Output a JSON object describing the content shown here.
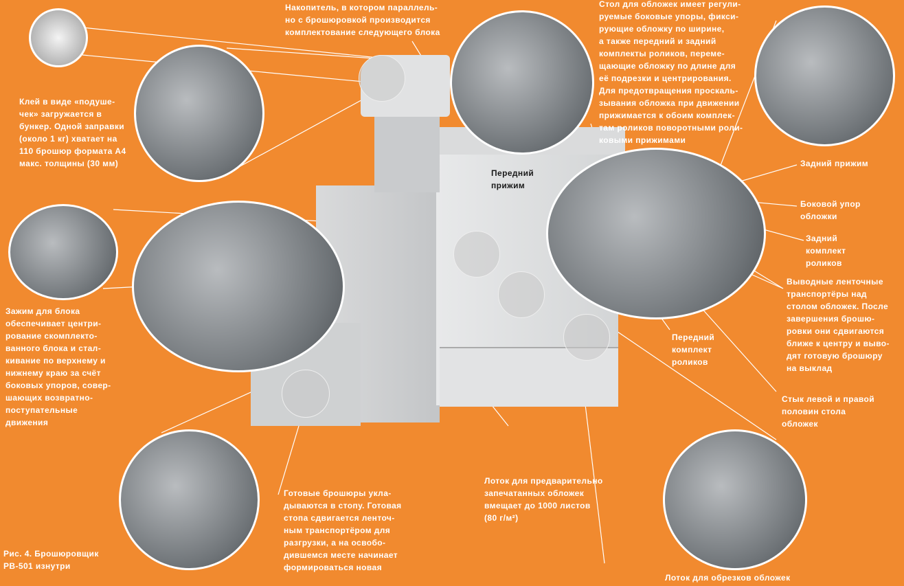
{
  "labels": {
    "accumulator": "Накопитель, в котором параллель-\nно с брошюровкой производится\nкомплектование следующего блока",
    "glue": "Клей в виде «подуше-\nчек» загружается в\nбункер. Одной заправки\n(около 1 кг) хватает на\n110 брошюр формата А4\nмакс. толщины (30 мм)",
    "cover_table": "Стол для обложек имеет регули-\nруемые боковые упоры, фикси-\nрующие обложку по ширине,\nа также передний и задний\nкомплекты роликов, переме-\nщающие обложку по длине для\nеё подрезки и центрирования.\nДля предотвращения проскаль-\nзывания обложка при движении\nприжимается к обоим комплек-\nтам роликов поворотными роли-\nковыми прижимами",
    "front_clamp": "Передний\nприжим",
    "rear_clamp": "Задний прижим",
    "side_stop": "Боковой упор\nобложки",
    "rear_rollers": "Задний\nкомплект\nроликов",
    "output_conveyors": "Выводные ленточные\nтранспортёры над\nстолом обложек. После\nзавершения брошю-\nровки они сдвигаются\nближе к центру и выво-\nдят готовую брошюру\nна выклад",
    "front_rollers": "Передний\nкомплект\nроликов",
    "table_joint": "Стык левой и правой\nполовин стола\nобложек",
    "block_clamp": "Зажим для блока\nобеспечивает центри-\nрование скомплекто-\nванного блока и стал-\nкивание по верхнему и\nнижнему краю за счёт\nбоковых упоров, совер-\nшающих возвратно-\nпоступательные\nдвижения",
    "stacker": "Готовые брошюры укла-\nдываются в стопу. Готовая\nстопа сдвигается ленточ-\nным транспортёром для\nразгрузки, а на освобо-\nдившемся месте начинает\nформироваться новая",
    "cover_tray": "Лоток для предварительно\nзапечатанных обложек\nвмещает до 1000 листов\n(80 г/м²)",
    "trim_tray": "Лоток для обрезков обложек",
    "caption": "Рис. 4. Брошюровщик\nPB-501 изнутри"
  },
  "colors": {
    "background": "#F18A2F",
    "text": "#FFFFFF"
  }
}
